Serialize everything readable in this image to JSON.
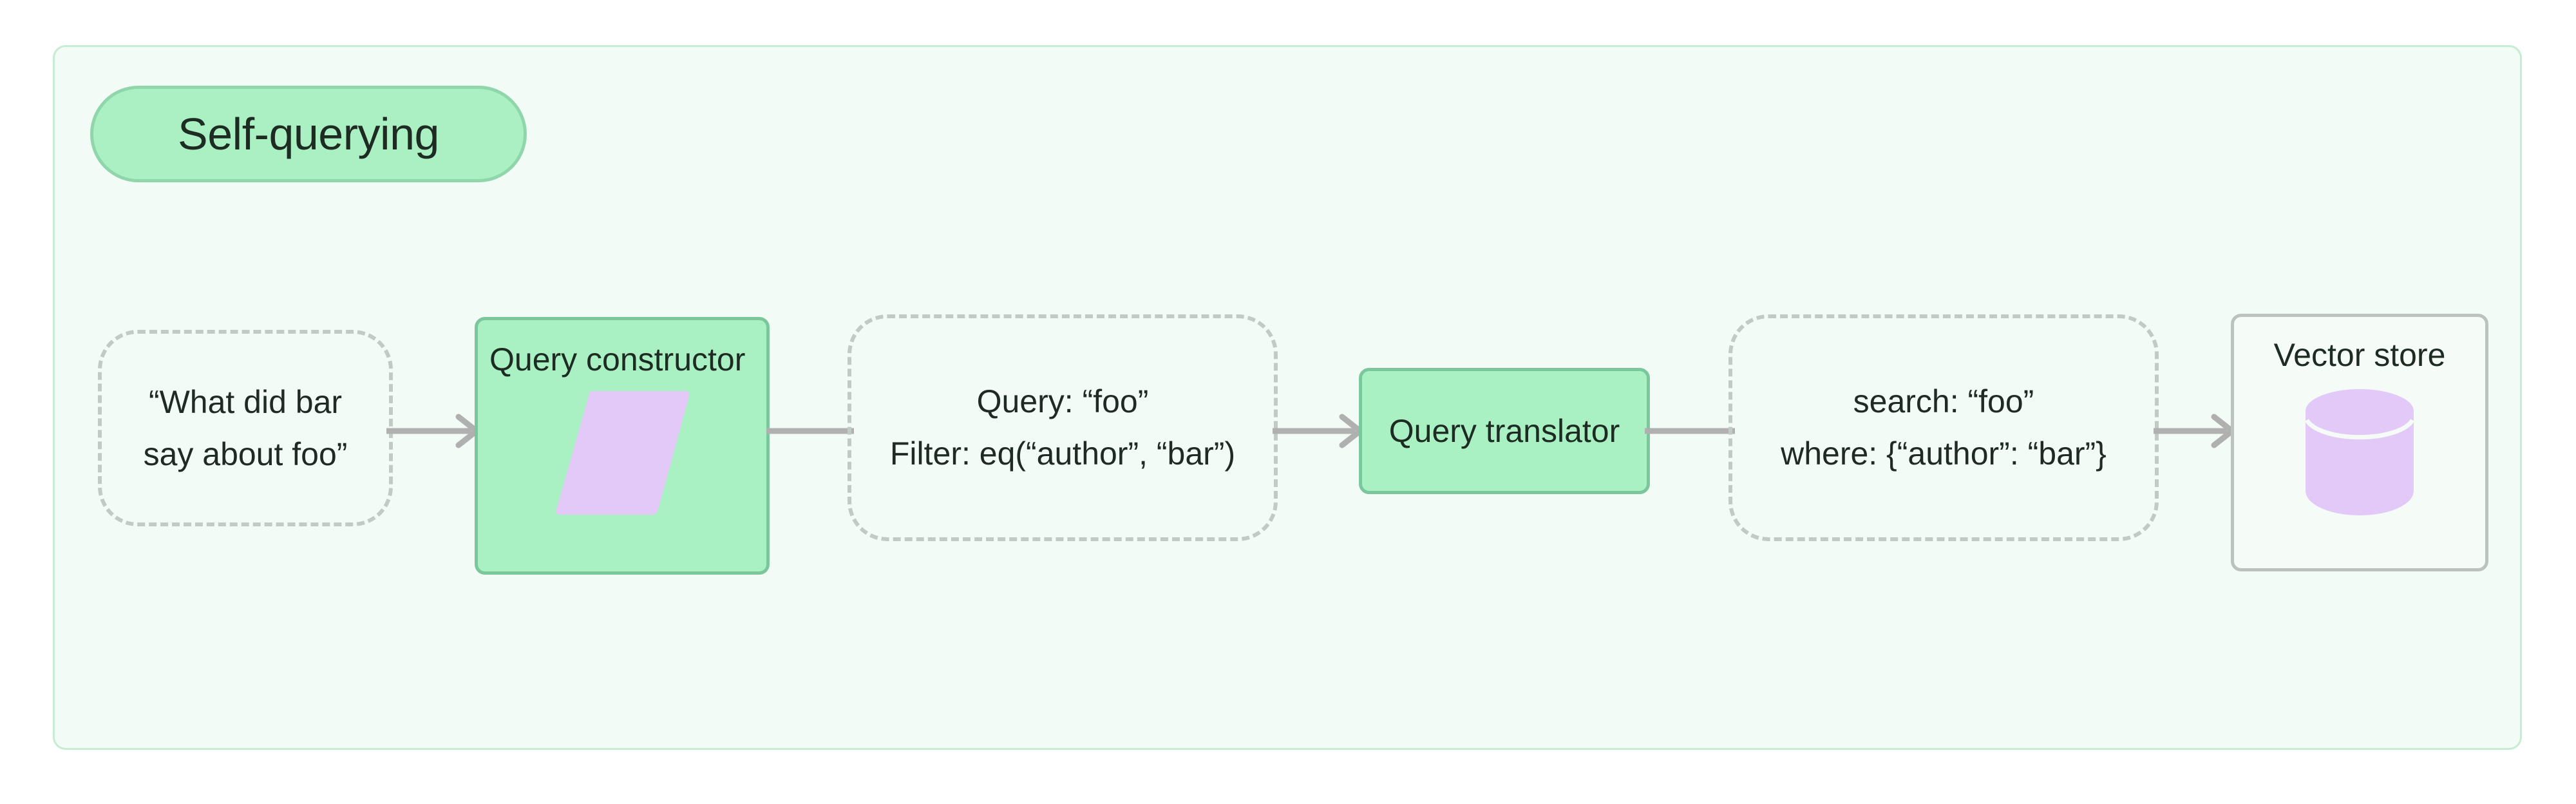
{
  "diagram": {
    "title": "Self-querying",
    "background_color": "#f2fbf5",
    "border_color": "#c6ecd4",
    "accent_green": "#a9f0c2",
    "accent_green_border": "#79c79a",
    "accent_purple": "#e2c9f7",
    "dashed_border_color": "#c2cac5",
    "edge_color": "#b0b0b0"
  },
  "nodes": {
    "question": {
      "type": "dashed-data",
      "lines": [
        "“What did bar",
        "say about foo”"
      ]
    },
    "query_constructor": {
      "type": "process",
      "title": "Query constructor",
      "icon": "parallelogram-icon"
    },
    "query_filter": {
      "type": "dashed-data",
      "lines": [
        "Query: “foo”",
        "Filter: eq(“author”, “bar”)"
      ]
    },
    "query_translator": {
      "type": "process",
      "title": "Query translator"
    },
    "search_where": {
      "type": "dashed-data",
      "lines": [
        "search: “foo”",
        "where: {“author”: “bar”}"
      ]
    },
    "vector_store": {
      "type": "store",
      "title": "Vector store",
      "icon": "database-cylinder-icon"
    }
  },
  "edges": [
    {
      "from": "question",
      "to": "query_constructor",
      "arrowhead": true
    },
    {
      "from": "query_constructor",
      "to": "query_filter",
      "arrowhead": false
    },
    {
      "from": "query_filter",
      "to": "query_translator",
      "arrowhead": true
    },
    {
      "from": "query_translator",
      "to": "search_where",
      "arrowhead": false
    },
    {
      "from": "search_where",
      "to": "vector_store",
      "arrowhead": true
    }
  ]
}
